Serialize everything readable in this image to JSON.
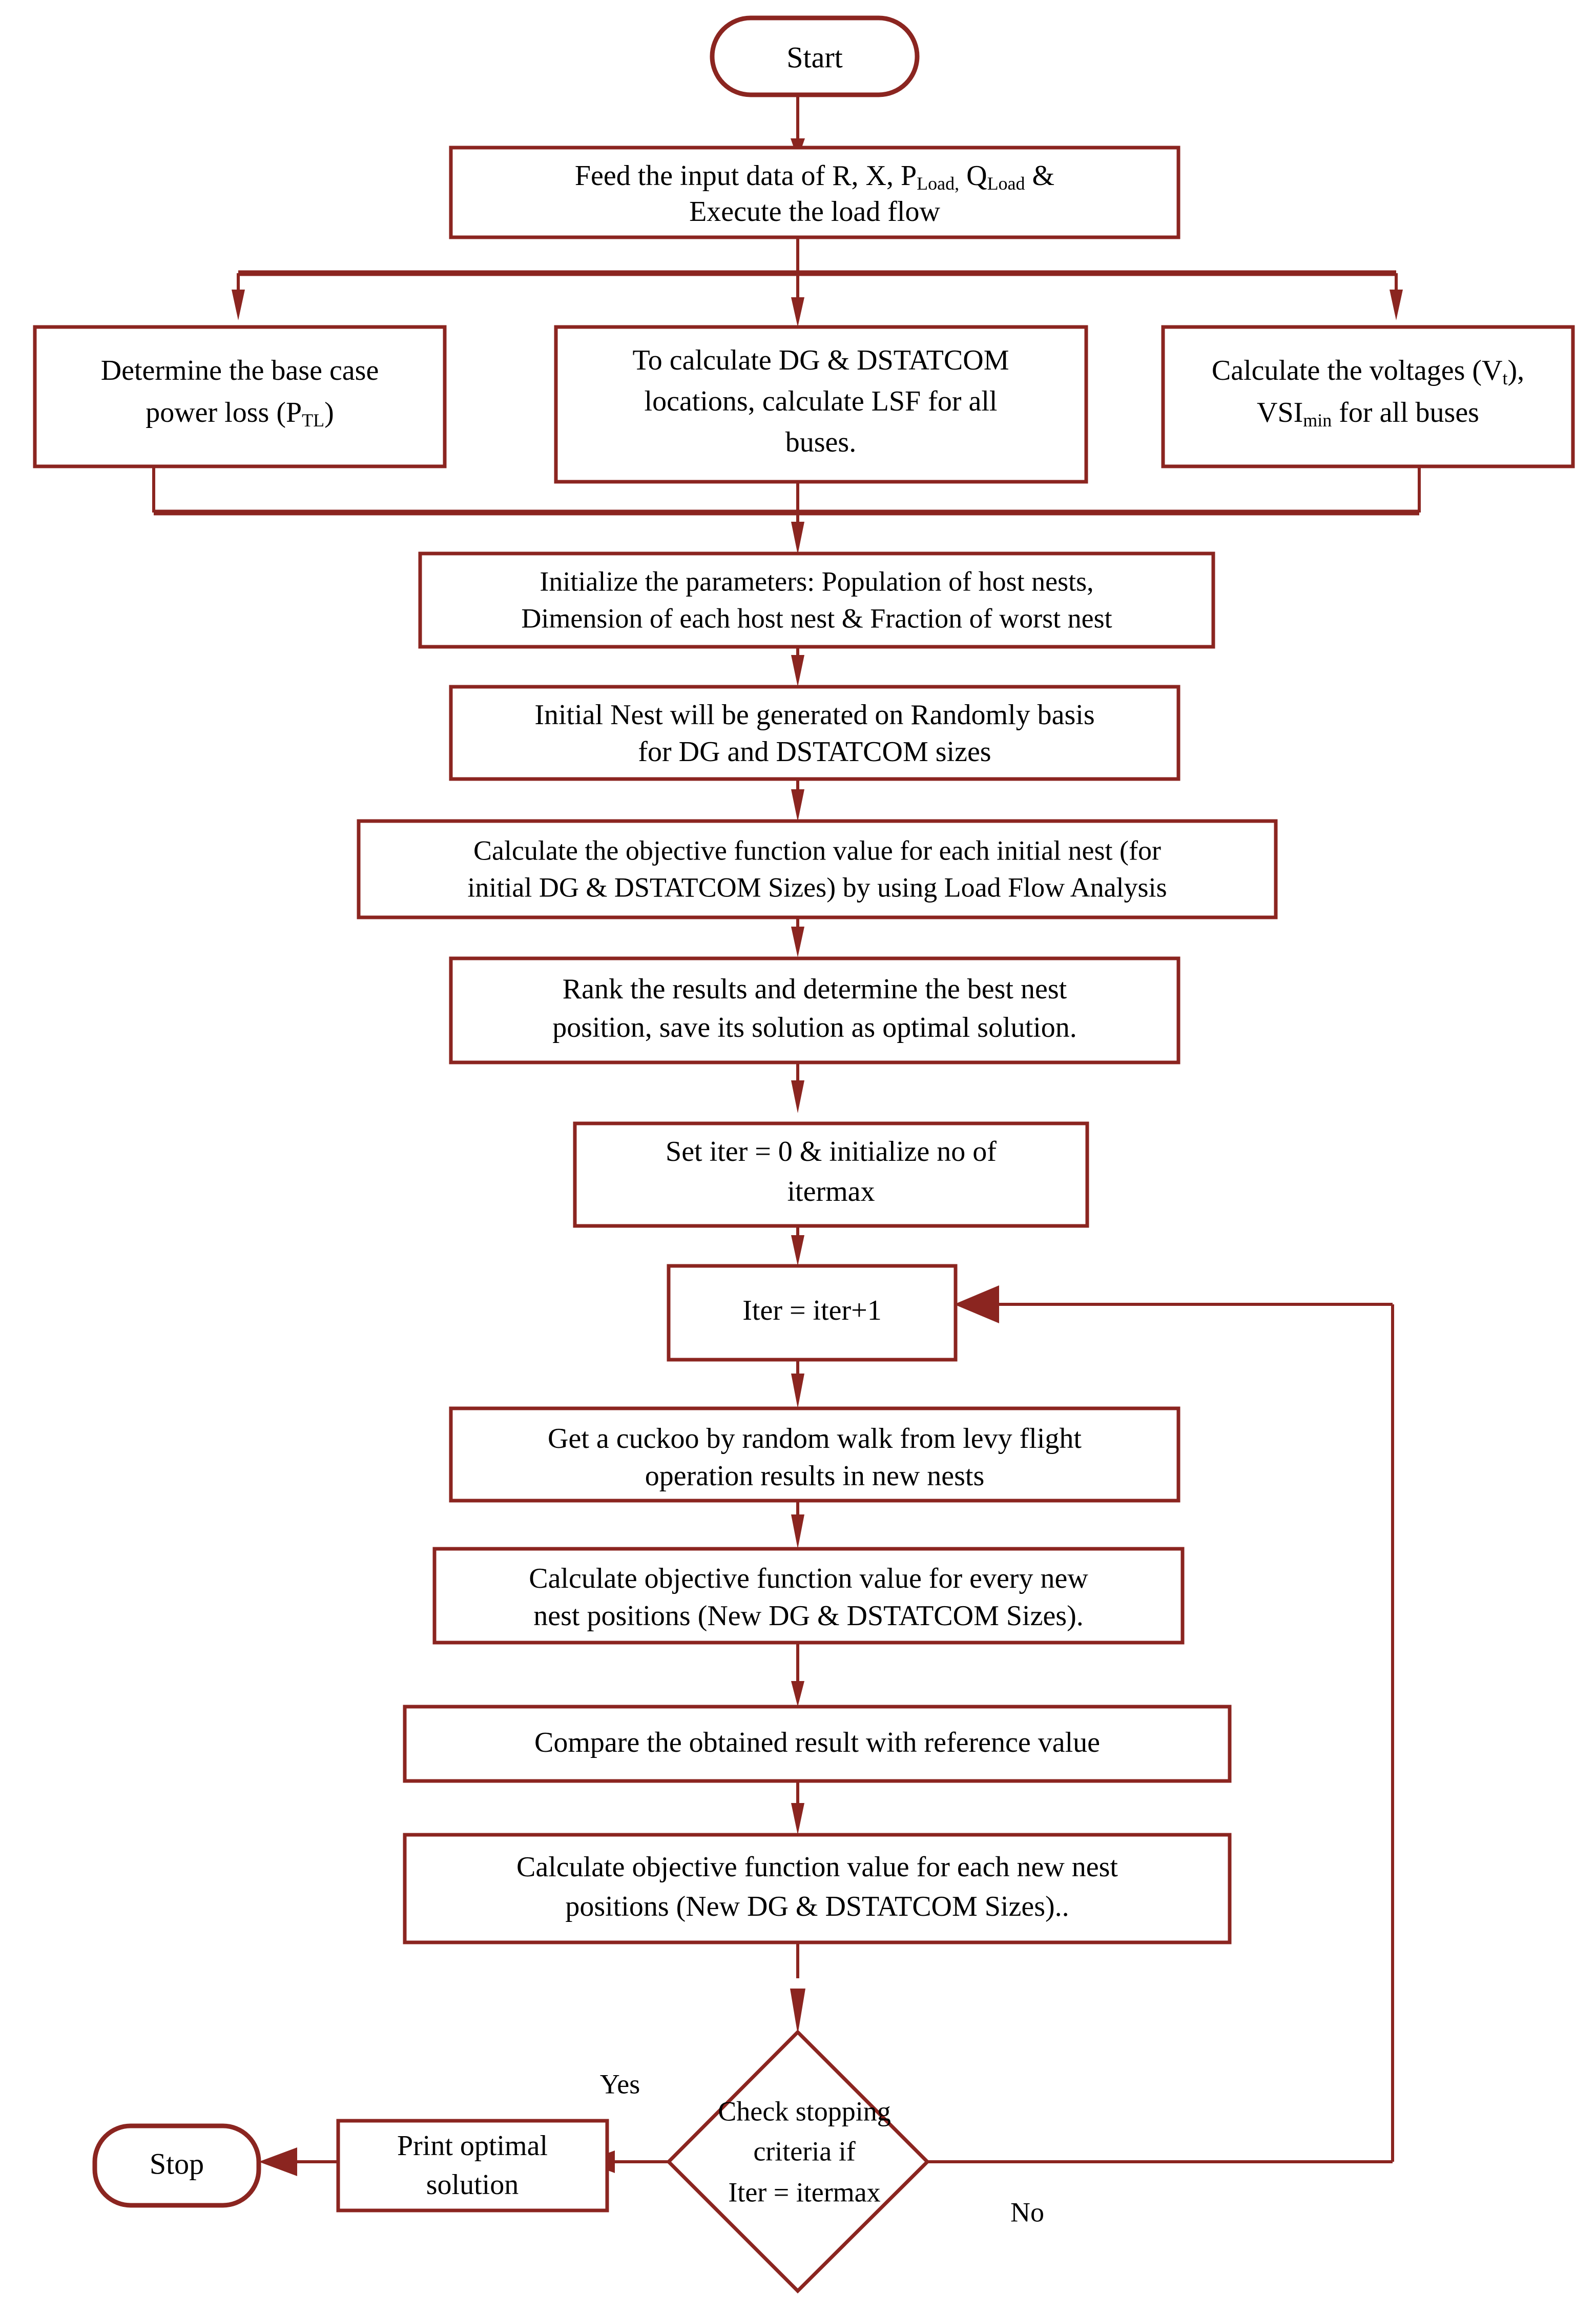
{
  "diagram": {
    "title": "Cuckoo Search flowchart for optimal DG and DSTATCOM allocation",
    "colors": {
      "line": "#8B2520",
      "text": "#000000",
      "background": "#ffffff"
    }
  },
  "nodes": {
    "start": {
      "label": "Start",
      "shape": "terminator"
    },
    "feed_input": {
      "line1_a": "Feed the input data of R, X, P",
      "line1_sub1": "Load,",
      "line1_b": " Q",
      "line1_sub2": "Load",
      "line1_c": " &",
      "line2": "Execute the load flow",
      "shape": "process"
    },
    "base_loss": {
      "line1": "Determine  the base case",
      "line2_a": "power loss (P",
      "line2_sub": "TL",
      "line2_b": ")",
      "shape": "process"
    },
    "lsf": {
      "line1": "To calculate DG & DSTATCOM",
      "line2": "locations, calculate LSF for all",
      "line3": "buses.",
      "shape": "process"
    },
    "voltages": {
      "line1_a": "Calculate the voltages (V",
      "line1_sub": "t",
      "line1_b": "),",
      "line2_a": "VSI",
      "line2_sub": "min",
      "line2_b": " for all buses",
      "shape": "process"
    },
    "init_params": {
      "line1": "Initialize the parameters: Population of host nests,",
      "line2": "Dimension of each host nest & Fraction of worst nest",
      "shape": "process"
    },
    "initial_nest": {
      "line1": "Initial Nest will be generated on Randomly basis",
      "line2": "for DG and DSTATCOM sizes",
      "shape": "process"
    },
    "calc_obj_initial": {
      "line1": "Calculate the objective function value for each initial nest (for",
      "line2": "initial DG & DSTATCOM Sizes) by using Load Flow Analysis",
      "shape": "process"
    },
    "rank_results": {
      "line1": "Rank the results and determine the best nest",
      "line2": "position, save its solution as optimal solution.",
      "shape": "process"
    },
    "set_iter": {
      "line1": "Set  iter = 0 & initialize no of",
      "line2": "itermax",
      "shape": "process"
    },
    "increment_iter": {
      "line1": "Iter = iter+1",
      "shape": "process"
    },
    "get_cuckoo": {
      "line1": "Get a cuckoo by random walk from levy flight",
      "line2": "operation results in new nests",
      "shape": "process"
    },
    "calc_obj_every": {
      "line1": "Calculate objective function value for every new",
      "line2": "nest positions (New DG & DSTATCOM Sizes).",
      "shape": "process"
    },
    "compare_result": {
      "line1": "Compare the obtained result with reference value",
      "shape": "process"
    },
    "calc_obj_each": {
      "line1": "Calculate objective function value for each new nest",
      "line2": "positions (New DG & DSTATCOM Sizes)..",
      "shape": "process"
    },
    "check_stopping": {
      "line1": "Check stopping",
      "line2": "criteria if",
      "line3": "Iter = itermax",
      "shape": "decision"
    },
    "print_solution": {
      "line1": "Print optimal",
      "line2": "solution",
      "shape": "process"
    },
    "stop": {
      "label": "Stop",
      "shape": "terminator"
    }
  },
  "edge_labels": {
    "yes": "Yes",
    "no": "No"
  }
}
